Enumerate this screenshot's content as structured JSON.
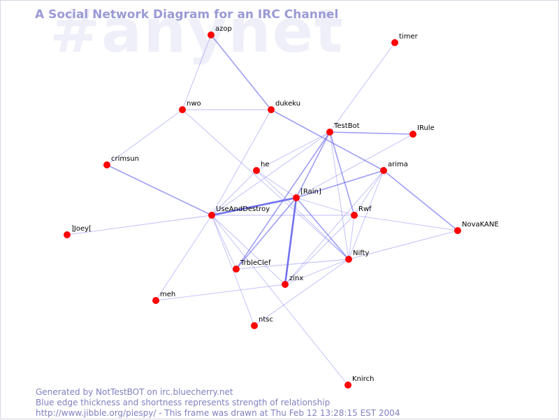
{
  "watermark": "#anynet",
  "title": "A Social Network Diagram for an IRC Channel",
  "footer": {
    "line1": "Generated by NotTestBOT on irc.bluecherry.net",
    "line2": "Blue edge thickness and shortness represents strength of relationship",
    "line3": "http://www.jibble.org/piespy/ - This frame was drawn at Thu Feb 12 13:28:15 EST 2004"
  },
  "colors": {
    "node": "#ff0000",
    "edge": "#6a6af0",
    "title": "#9a9ad6",
    "watermark": "#efeff9"
  },
  "nodes": [
    {
      "id": "azop",
      "label": "azop"
    },
    {
      "id": "timer",
      "label": "timer"
    },
    {
      "id": "nwo",
      "label": "nwo"
    },
    {
      "id": "dukeku",
      "label": "dukeku"
    },
    {
      "id": "TestBot",
      "label": "TestBot"
    },
    {
      "id": "IRule",
      "label": "IRule"
    },
    {
      "id": "crimsun",
      "label": "crimsun"
    },
    {
      "id": "he",
      "label": "he"
    },
    {
      "id": "arima",
      "label": "arima"
    },
    {
      "id": "Rain",
      "label": "[Rain]"
    },
    {
      "id": "UseAndDestroy",
      "label": "UseAndDestroy"
    },
    {
      "id": "Rwf",
      "label": "Rwf"
    },
    {
      "id": "NovaKANE",
      "label": "NovaKANE"
    },
    {
      "id": "Joey",
      "label": "]Joey["
    },
    {
      "id": "Nifty",
      "label": "Nifty"
    },
    {
      "id": "TrbleClef",
      "label": "TrbleClef"
    },
    {
      "id": "zinx",
      "label": "zinx"
    },
    {
      "id": "meh",
      "label": "meh"
    },
    {
      "id": "ntsc",
      "label": "ntsc"
    },
    {
      "id": "Knirch",
      "label": "Knirch"
    }
  ],
  "edges": [
    {
      "source": "azop",
      "target": "nwo",
      "strength": 1
    },
    {
      "source": "azop",
      "target": "dukeku",
      "strength": 2
    },
    {
      "source": "timer",
      "target": "TestBot",
      "strength": 1
    },
    {
      "source": "nwo",
      "target": "dukeku",
      "strength": 1
    },
    {
      "source": "nwo",
      "target": "crimsun",
      "strength": 1
    },
    {
      "source": "nwo",
      "target": "Nifty",
      "strength": 1
    },
    {
      "source": "dukeku",
      "target": "arima",
      "strength": 2
    },
    {
      "source": "dukeku",
      "target": "UseAndDestroy",
      "strength": 1
    },
    {
      "source": "TestBot",
      "target": "IRule",
      "strength": 2
    },
    {
      "source": "TestBot",
      "target": "he",
      "strength": 1
    },
    {
      "source": "TestBot",
      "target": "UseAndDestroy",
      "strength": 1
    },
    {
      "source": "TestBot",
      "target": "Rain",
      "strength": 2
    },
    {
      "source": "TestBot",
      "target": "Rwf",
      "strength": 2
    },
    {
      "source": "TestBot",
      "target": "Nifty",
      "strength": 1
    },
    {
      "source": "TestBot",
      "target": "TrbleClef",
      "strength": 2
    },
    {
      "source": "crimsun",
      "target": "UseAndDestroy",
      "strength": 2
    },
    {
      "source": "he",
      "target": "UseAndDestroy",
      "strength": 1
    },
    {
      "source": "he",
      "target": "Rain",
      "strength": 1
    },
    {
      "source": "he",
      "target": "Nifty",
      "strength": 1
    },
    {
      "source": "arima",
      "target": "NovaKANE",
      "strength": 2
    },
    {
      "source": "arima",
      "target": "Rain",
      "strength": 2
    },
    {
      "source": "arima",
      "target": "Rwf",
      "strength": 1
    },
    {
      "source": "arima",
      "target": "Nifty",
      "strength": 1
    },
    {
      "source": "arima",
      "target": "zinx",
      "strength": 1
    },
    {
      "source": "IRule",
      "target": "Rain",
      "strength": 1
    },
    {
      "source": "Rain",
      "target": "UseAndDestroy",
      "strength": 3
    },
    {
      "source": "Rain",
      "target": "Rwf",
      "strength": 1
    },
    {
      "source": "Rain",
      "target": "Nifty",
      "strength": 2
    },
    {
      "source": "Rain",
      "target": "TrbleClef",
      "strength": 2
    },
    {
      "source": "Rain",
      "target": "zinx",
      "strength": 3
    },
    {
      "source": "UseAndDestroy",
      "target": "Joey",
      "strength": 1
    },
    {
      "source": "UseAndDestroy",
      "target": "Rwf",
      "strength": 1
    },
    {
      "source": "UseAndDestroy",
      "target": "meh",
      "strength": 1
    },
    {
      "source": "UseAndDestroy",
      "target": "ntsc",
      "strength": 1
    },
    {
      "source": "UseAndDestroy",
      "target": "zinx",
      "strength": 1
    },
    {
      "source": "UseAndDestroy",
      "target": "TrbleClef",
      "strength": 1
    },
    {
      "source": "UseAndDestroy",
      "target": "Knirch",
      "strength": 1
    },
    {
      "source": "Rwf",
      "target": "NovaKANE",
      "strength": 1
    },
    {
      "source": "Rwf",
      "target": "Nifty",
      "strength": 1
    },
    {
      "source": "Rwf",
      "target": "zinx",
      "strength": 1
    },
    {
      "source": "NovaKANE",
      "target": "Nifty",
      "strength": 1
    },
    {
      "source": "Nifty",
      "target": "TrbleClef",
      "strength": 1
    },
    {
      "source": "Nifty",
      "target": "zinx",
      "strength": 1
    },
    {
      "source": "Nifty",
      "target": "ntsc",
      "strength": 1
    },
    {
      "source": "meh",
      "target": "zinx",
      "strength": 1
    }
  ]
}
